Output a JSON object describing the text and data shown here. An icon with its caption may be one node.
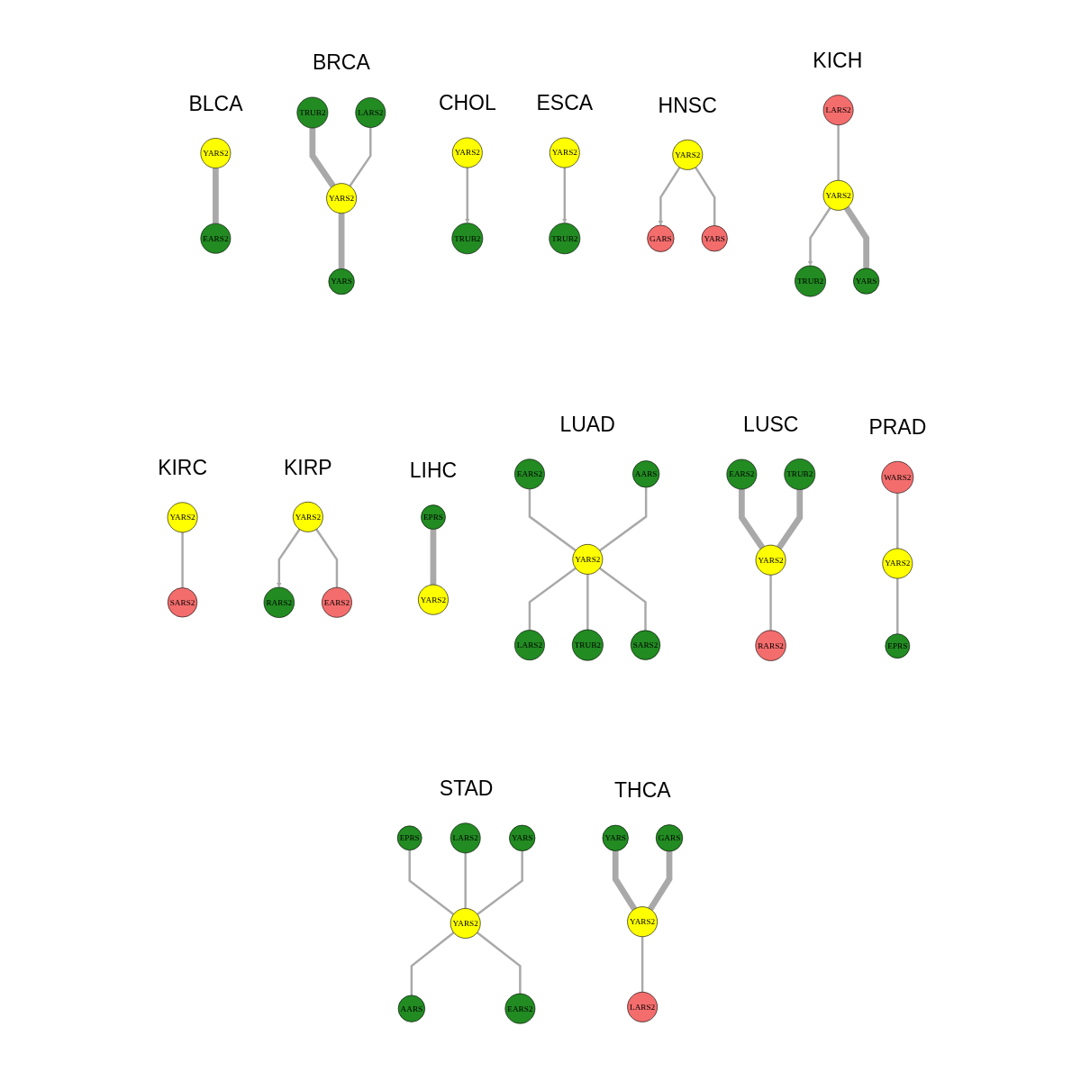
{
  "diagram": {
    "nodes": [
      {
        "text": [
          "YARS2"
        ]
      },
      {
        "text": [
          "EARS2"
        ]
      },
      {
        "text": [
          "TRUB2"
        ]
      },
      {
        "text": [
          "YARS"
        ]
      },
      {
        "text": [
          "YARS2"
        ]
      },
      {
        "text": [
          "LARS2"
        ]
      },
      {
        "text": [
          "TRUB2"
        ]
      },
      {
        "text": [
          "YARS2"
        ]
      },
      {
        "text": [
          "YARS2"
        ]
      },
      {
        "text": [
          "TRUB2"
        ]
      },
      {
        "text": [
          "GARS"
        ]
      },
      {
        "text": [
          "YARS2"
        ]
      },
      {
        "text": [
          "YARS"
        ]
      },
      {
        "text": [
          "TRUB2"
        ]
      },
      {
        "text": [
          "LARS2"
        ]
      },
      {
        "text": [
          "YARS2"
        ]
      },
      {
        "text": [
          "YARS"
        ]
      },
      {
        "text": [
          "YARS2"
        ]
      },
      {
        "text": [
          "SARS2"
        ]
      },
      {
        "text": [
          "RARS2"
        ]
      },
      {
        "text": [
          "YARS2"
        ]
      },
      {
        "text": [
          "EARS2"
        ]
      },
      {
        "text": [
          "EPRS"
        ]
      },
      {
        "text": [
          "YARS2"
        ]
      },
      {
        "text": [
          "LARS2"
        ]
      },
      {
        "text": [
          "EARS2"
        ]
      },
      {
        "text": [
          "YARS2"
        ]
      },
      {
        "text": [
          "TRUB2"
        ]
      },
      {
        "text": [
          "AARS"
        ]
      },
      {
        "text": [
          "SARS2"
        ]
      },
      {
        "text": [
          "EARS2"
        ]
      },
      {
        "text": [
          "YARS2"
        ]
      },
      {
        "text": [
          "RARS2"
        ]
      },
      {
        "text": [
          "TRUB2"
        ]
      },
      {
        "text": [
          "EPRS"
        ]
      },
      {
        "text": [
          "YARS2"
        ]
      },
      {
        "text": [
          "WARS2"
        ]
      },
      {
        "text": [
          "EPRS"
        ]
      },
      {
        "text": [
          "AARS"
        ]
      },
      {
        "text": [
          "LARS2"
        ]
      },
      {
        "text": [
          "YARS2"
        ]
      },
      {
        "text": [
          "EARS2"
        ]
      },
      {
        "text": [
          "YARS"
        ]
      },
      {
        "text": [
          "YARS"
        ]
      },
      {
        "text": [
          "LARS2"
        ]
      },
      {
        "text": [
          "YARS2"
        ]
      },
      {
        "text": [
          "GARS"
        ]
      }
    ],
    "edges": [
      {
        "from": 0,
        "to": 1,
        "arrow": "none",
        "style": "thick"
      },
      {
        "from": 2,
        "to": 4,
        "arrow": "none",
        "style": "thick"
      },
      {
        "from": 4,
        "to": 3,
        "arrow": "none",
        "style": "thick"
      },
      {
        "from": 5,
        "to": 4,
        "arrow": "none"
      },
      {
        "from": 7,
        "to": 6,
        "arrow": "to"
      },
      {
        "from": 8,
        "to": 9,
        "arrow": "to"
      },
      {
        "from": 11,
        "to": 10,
        "arrow": "to"
      },
      {
        "from": 11,
        "to": 12,
        "arrow": "none"
      },
      {
        "from": 15,
        "to": 13,
        "arrow": "to"
      },
      {
        "from": 14,
        "to": 15,
        "arrow": "none"
      },
      {
        "from": 15,
        "to": 16,
        "arrow": "none",
        "style": "thick"
      },
      {
        "from": 17,
        "to": 18,
        "arrow": "none"
      },
      {
        "from": 20,
        "to": 19,
        "arrow": "to"
      },
      {
        "from": 20,
        "to": 21,
        "arrow": "none"
      },
      {
        "from": 22,
        "to": 23,
        "arrow": "none",
        "style": "thick"
      },
      {
        "from": 26,
        "to": 24,
        "arrow": "none"
      },
      {
        "from": 25,
        "to": 26,
        "arrow": "none"
      },
      {
        "from": 26,
        "to": 27,
        "arrow": "none"
      },
      {
        "from": 28,
        "to": 26,
        "arrow": "none"
      },
      {
        "from": 26,
        "to": 29,
        "arrow": "none"
      },
      {
        "from": 30,
        "to": 31,
        "arrow": "none",
        "style": "thick"
      },
      {
        "from": 31,
        "to": 32,
        "arrow": "none"
      },
      {
        "from": 33,
        "to": 31,
        "arrow": "none",
        "style": "thick"
      },
      {
        "from": 35,
        "to": 34,
        "arrow": "none"
      },
      {
        "from": 36,
        "to": 35,
        "arrow": "none"
      },
      {
        "from": 37,
        "to": 40,
        "arrow": "none"
      },
      {
        "from": 40,
        "to": 38,
        "arrow": "none"
      },
      {
        "from": 39,
        "to": 40,
        "arrow": "none"
      },
      {
        "from": 40,
        "to": 41,
        "arrow": "none"
      },
      {
        "from": 42,
        "to": 40,
        "arrow": "none"
      },
      {
        "from": 43,
        "to": 45,
        "arrow": "none",
        "style": "thick"
      },
      {
        "from": 45,
        "to": 44,
        "arrow": "none"
      },
      {
        "from": 46,
        "to": 45,
        "arrow": "none",
        "style": "thick"
      }
    ],
    "labels": [
      "BLCA",
      "BRCA",
      "CHOL",
      "ESCA",
      "HNSC",
      "KICH",
      "KIRC",
      "KIRP",
      "LIHC",
      "LUAD",
      "LUSC",
      "PRAD",
      "STAD",
      "THCA"
    ]
  }
}
